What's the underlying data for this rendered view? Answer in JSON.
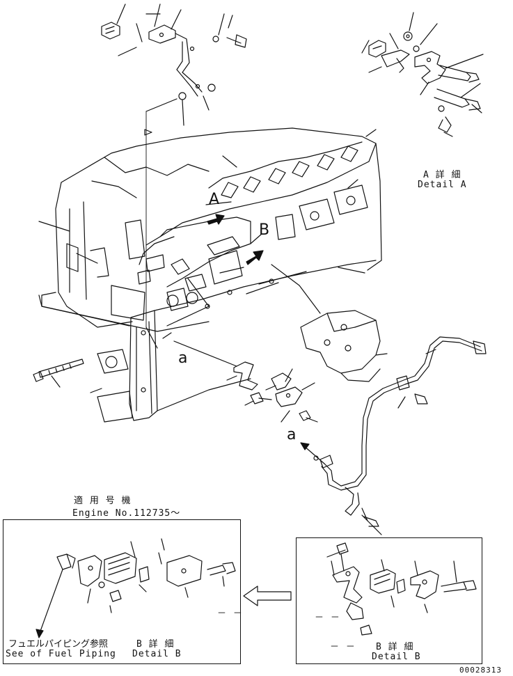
{
  "callouts": {
    "detail_a_jp": "A 詳 細",
    "detail_a_en": "Detail A",
    "letter_a_upper": "A",
    "letter_b_upper": "B",
    "view_a_main": "a",
    "view_a_arrow": "a"
  },
  "applicable": {
    "jp": "適 用 号 機",
    "en": "Engine No.112735～"
  },
  "left_box": {
    "fuel_jp": "フュエルパイピング参照",
    "fuel_en": "See of Fuel Piping",
    "detail_b_jp": "B 詳 細",
    "detail_b_en": "Detail B",
    "dash": "－ －"
  },
  "right_box": {
    "detail_b_jp": "B 詳 細",
    "detail_b_en": "Detail B",
    "dash1": "－ －",
    "dash2": "－ －"
  },
  "drawing_number": "00028313",
  "colors": {
    "ink": "#111111",
    "paper": "#ffffff"
  }
}
